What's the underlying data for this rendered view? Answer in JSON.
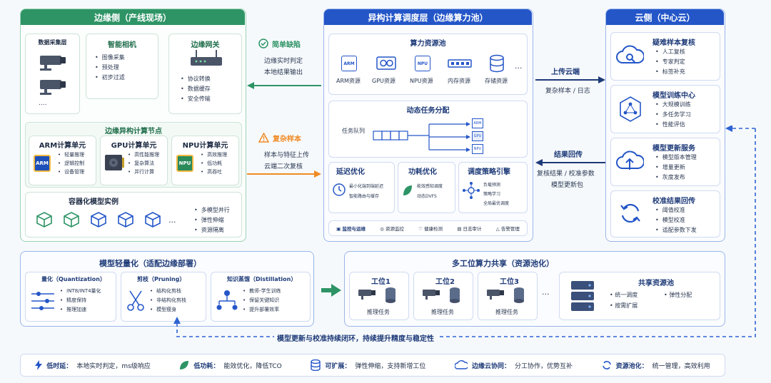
{
  "edge": {
    "title": "边缘侧（产线现场）",
    "data_layer": {
      "title": "数据采集层",
      "more": "...."
    },
    "camera": {
      "title": "智能相机",
      "items": [
        "图像采集",
        "预处理",
        "初步过滤"
      ]
    },
    "gateway": {
      "title": "边缘网关",
      "items": [
        "协议转换",
        "数据缓存",
        "安全传输"
      ]
    },
    "node": {
      "title": "边缘异构计算节点",
      "arm": {
        "title": "ARM计算单元",
        "chip": "ARM",
        "items": [
          "轻量推理",
          "逻辑控制",
          "设备管理"
        ]
      },
      "gpu": {
        "title": "GPU计算单元",
        "items": [
          "高性能推理",
          "复杂算法",
          "并行计算"
        ]
      },
      "npu": {
        "title": "NPU计算单元",
        "chip": "NPU",
        "items": [
          "高效推理",
          "低功耗",
          "高吞吐"
        ]
      }
    },
    "container": {
      "title": "容器化模型实例",
      "more": "...",
      "items": [
        "多模型并行",
        "弹性伸缩",
        "资源隔离"
      ]
    }
  },
  "mid_left_flow": {
    "simple_title": "简单缺陷",
    "simple_lines": [
      "边缘实时判定",
      "本地结果输出"
    ],
    "complex_title": "复杂样本",
    "complex_lines": [
      "样本与特征上传",
      "云端二次复核"
    ]
  },
  "scheduler": {
    "title": "异构计算调度层（边缘算力池）",
    "pool": {
      "title": "算力资源池",
      "more": "...",
      "resources": [
        {
          "icon": "arm-chip-icon",
          "label": "ARM资源",
          "chip": "ARM"
        },
        {
          "icon": "gpu-card-icon",
          "label": "GPU资源"
        },
        {
          "icon": "npu-chip-icon",
          "label": "NPU资源",
          "chip": "NPU"
        },
        {
          "icon": "memory-icon",
          "label": "内存资源"
        },
        {
          "icon": "storage-icon",
          "label": "存储资源"
        }
      ]
    },
    "dispatch": {
      "title": "动态任务分配",
      "queue_label": "任务队列",
      "targets": [
        "ARM",
        "GPU",
        "NPU"
      ]
    },
    "latency": {
      "title": "延迟优化",
      "items": [
        "最小化端到端延迟",
        "智能路由与缓存"
      ]
    },
    "power": {
      "title": "功耗优化",
      "items": [
        "能效感知调度",
        "动态DVFS"
      ]
    },
    "strategy": {
      "title": "调度策略引擎",
      "items": [
        "负载预测",
        "策略学习",
        "全局最优调度"
      ]
    },
    "monitor": {
      "items": [
        "监控与运维",
        "资源监控",
        "健康检测",
        "日志审计",
        "告警管理"
      ]
    }
  },
  "mid_right_flow": {
    "upload_title": "上传云端",
    "upload_sub": "复杂样本 / 日志",
    "return_title": "结果回传",
    "return_lines": [
      "复核结果 / 校准参数",
      "模型更新包"
    ]
  },
  "cloud": {
    "title": "云侧（中心云）",
    "cards": [
      {
        "title": "疑难样本复核",
        "icon": "cloud-search-icon",
        "items": [
          "人工复核",
          "专家判定",
          "标签补充"
        ]
      },
      {
        "title": "模型训练中心",
        "icon": "neural-network-icon",
        "items": [
          "大规模训练",
          "多任务学习",
          "性能评估"
        ]
      },
      {
        "title": "模型更新服务",
        "icon": "cloud-upload-icon",
        "items": [
          "模型版本管理",
          "增量更新",
          "灰度发布"
        ]
      },
      {
        "title": "校准结果回传",
        "icon": "sync-icon",
        "items": [
          "阈值校准",
          "模型校准",
          "适配参数下发"
        ]
      }
    ]
  },
  "lightweight": {
    "title": "模型轻量化（适配边缘部署）",
    "quant": {
      "title": "量化（Quantization）",
      "items": [
        "INT8/INT4量化",
        "精度保持",
        "推理加速"
      ]
    },
    "prune": {
      "title": "剪枝（Pruning）",
      "items": [
        "结构化剪枝",
        "非结构化剪枝",
        "模型瘦身"
      ]
    },
    "distill": {
      "title": "知识蒸馏（Distillation）",
      "items": [
        "教师-学生训练",
        "保留关键知识",
        "提升部署效率"
      ]
    }
  },
  "sharing": {
    "title": "多工位算力共享（资源池化）",
    "stations": [
      {
        "title": "工位1",
        "label": "推理任务"
      },
      {
        "title": "工位2",
        "label": "推理任务"
      },
      {
        "title": "工位3",
        "label": "推理任务"
      }
    ],
    "more": "...",
    "pool": {
      "title": "共享资源池",
      "items": [
        "统一调度",
        "弹性分配",
        "按需扩展"
      ]
    }
  },
  "loop_text": "模型更新与校准持续闭环，持续提升精度与稳定性",
  "footer": [
    {
      "icon": "lightning-icon",
      "key": "低时延：",
      "text": "本地实时判定，ms级响应"
    },
    {
      "icon": "leaf-icon",
      "key": "低功耗：",
      "text": "能效优化，降低TCO"
    },
    {
      "icon": "database-icon",
      "key": "可扩展：",
      "text": "弹性伸缩，支持新增工位"
    },
    {
      "icon": "cloud-sync-icon",
      "key": "边缘云协同：",
      "text": "分工协作，优势互补"
    },
    {
      "icon": "pool-icon",
      "key": "资源池化：",
      "text": "统一管理，高效利用"
    }
  ],
  "colors": {
    "green": "#2e9466",
    "blue": "#2456c8",
    "orange": "#f08a24",
    "arrow_blue": "#2f63d4"
  }
}
